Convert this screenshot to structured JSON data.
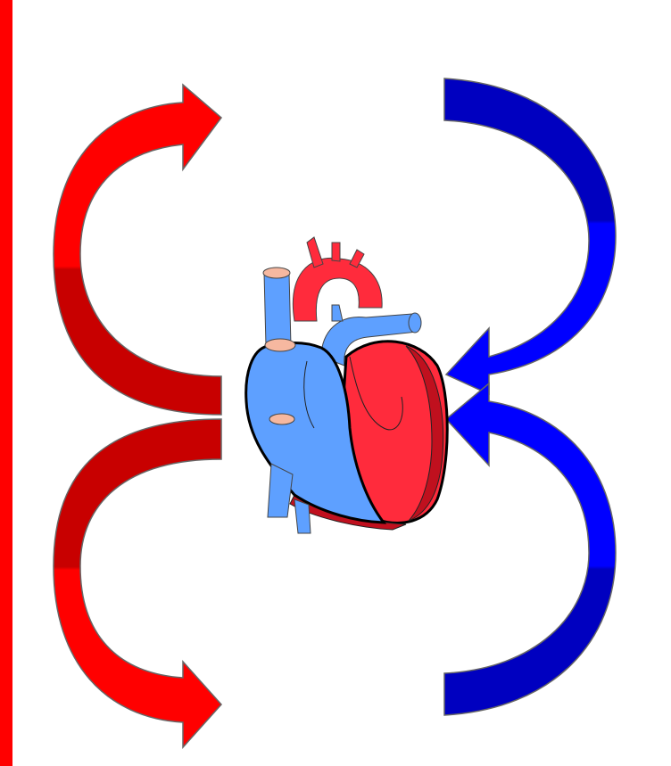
{
  "diagram": {
    "description_labels": [],
    "colors": {
      "edge_bar": "#ff0000",
      "arterial_light": "#ff0000",
      "arterial_dark": "#c80000",
      "venous_light": "#0000ff",
      "venous_dark": "#0000c0",
      "heart_red": "#ff2b3c",
      "heart_blue": "#5ea0ff",
      "heart_dark_red": "#c0101e",
      "vessel_opening": "#f6b8a0",
      "outline": "#000000"
    },
    "icons": [
      "curved-arrow-red-top-left",
      "curved-arrow-red-bottom-left",
      "curved-arrow-blue-top-right",
      "curved-arrow-blue-bottom-right",
      "heart-illustration"
    ]
  }
}
